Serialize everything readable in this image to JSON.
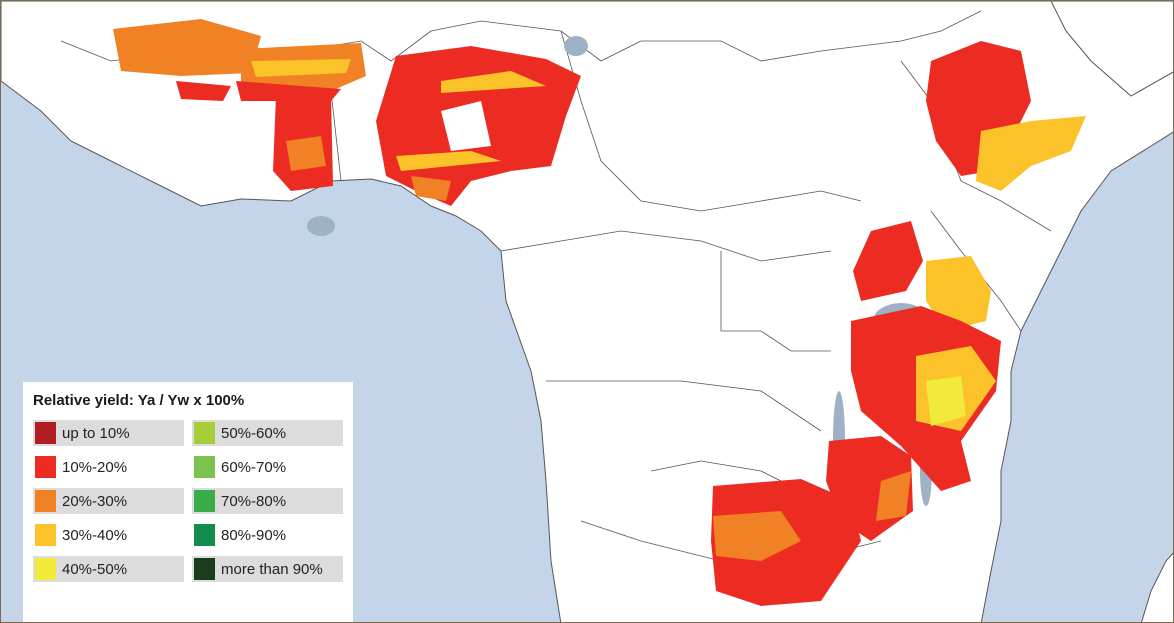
{
  "legend": {
    "title": "Relative yield: Ya / Yw x 100%",
    "items": [
      {
        "label": "up to 10%",
        "color": "#b01e23"
      },
      {
        "label": "50%-60%",
        "color": "#a6ce39"
      },
      {
        "label": "10%-20%",
        "color": "#ec2b23"
      },
      {
        "label": "60%-70%",
        "color": "#7cc24e"
      },
      {
        "label": "20%-30%",
        "color": "#f08125"
      },
      {
        "label": "70%-80%",
        "color": "#3aac4a"
      },
      {
        "label": "30%-40%",
        "color": "#fcc22a"
      },
      {
        "label": "80%-90%",
        "color": "#138d4d"
      },
      {
        "label": "40%-50%",
        "color": "#f1ea3a"
      },
      {
        "label": "more than 90%",
        "color": "#1a3d1d"
      }
    ]
  },
  "colors": {
    "ocean": "#c4d5ea",
    "land": "#ffffff",
    "lake": "#9fb1c6",
    "border": "#555555"
  }
}
